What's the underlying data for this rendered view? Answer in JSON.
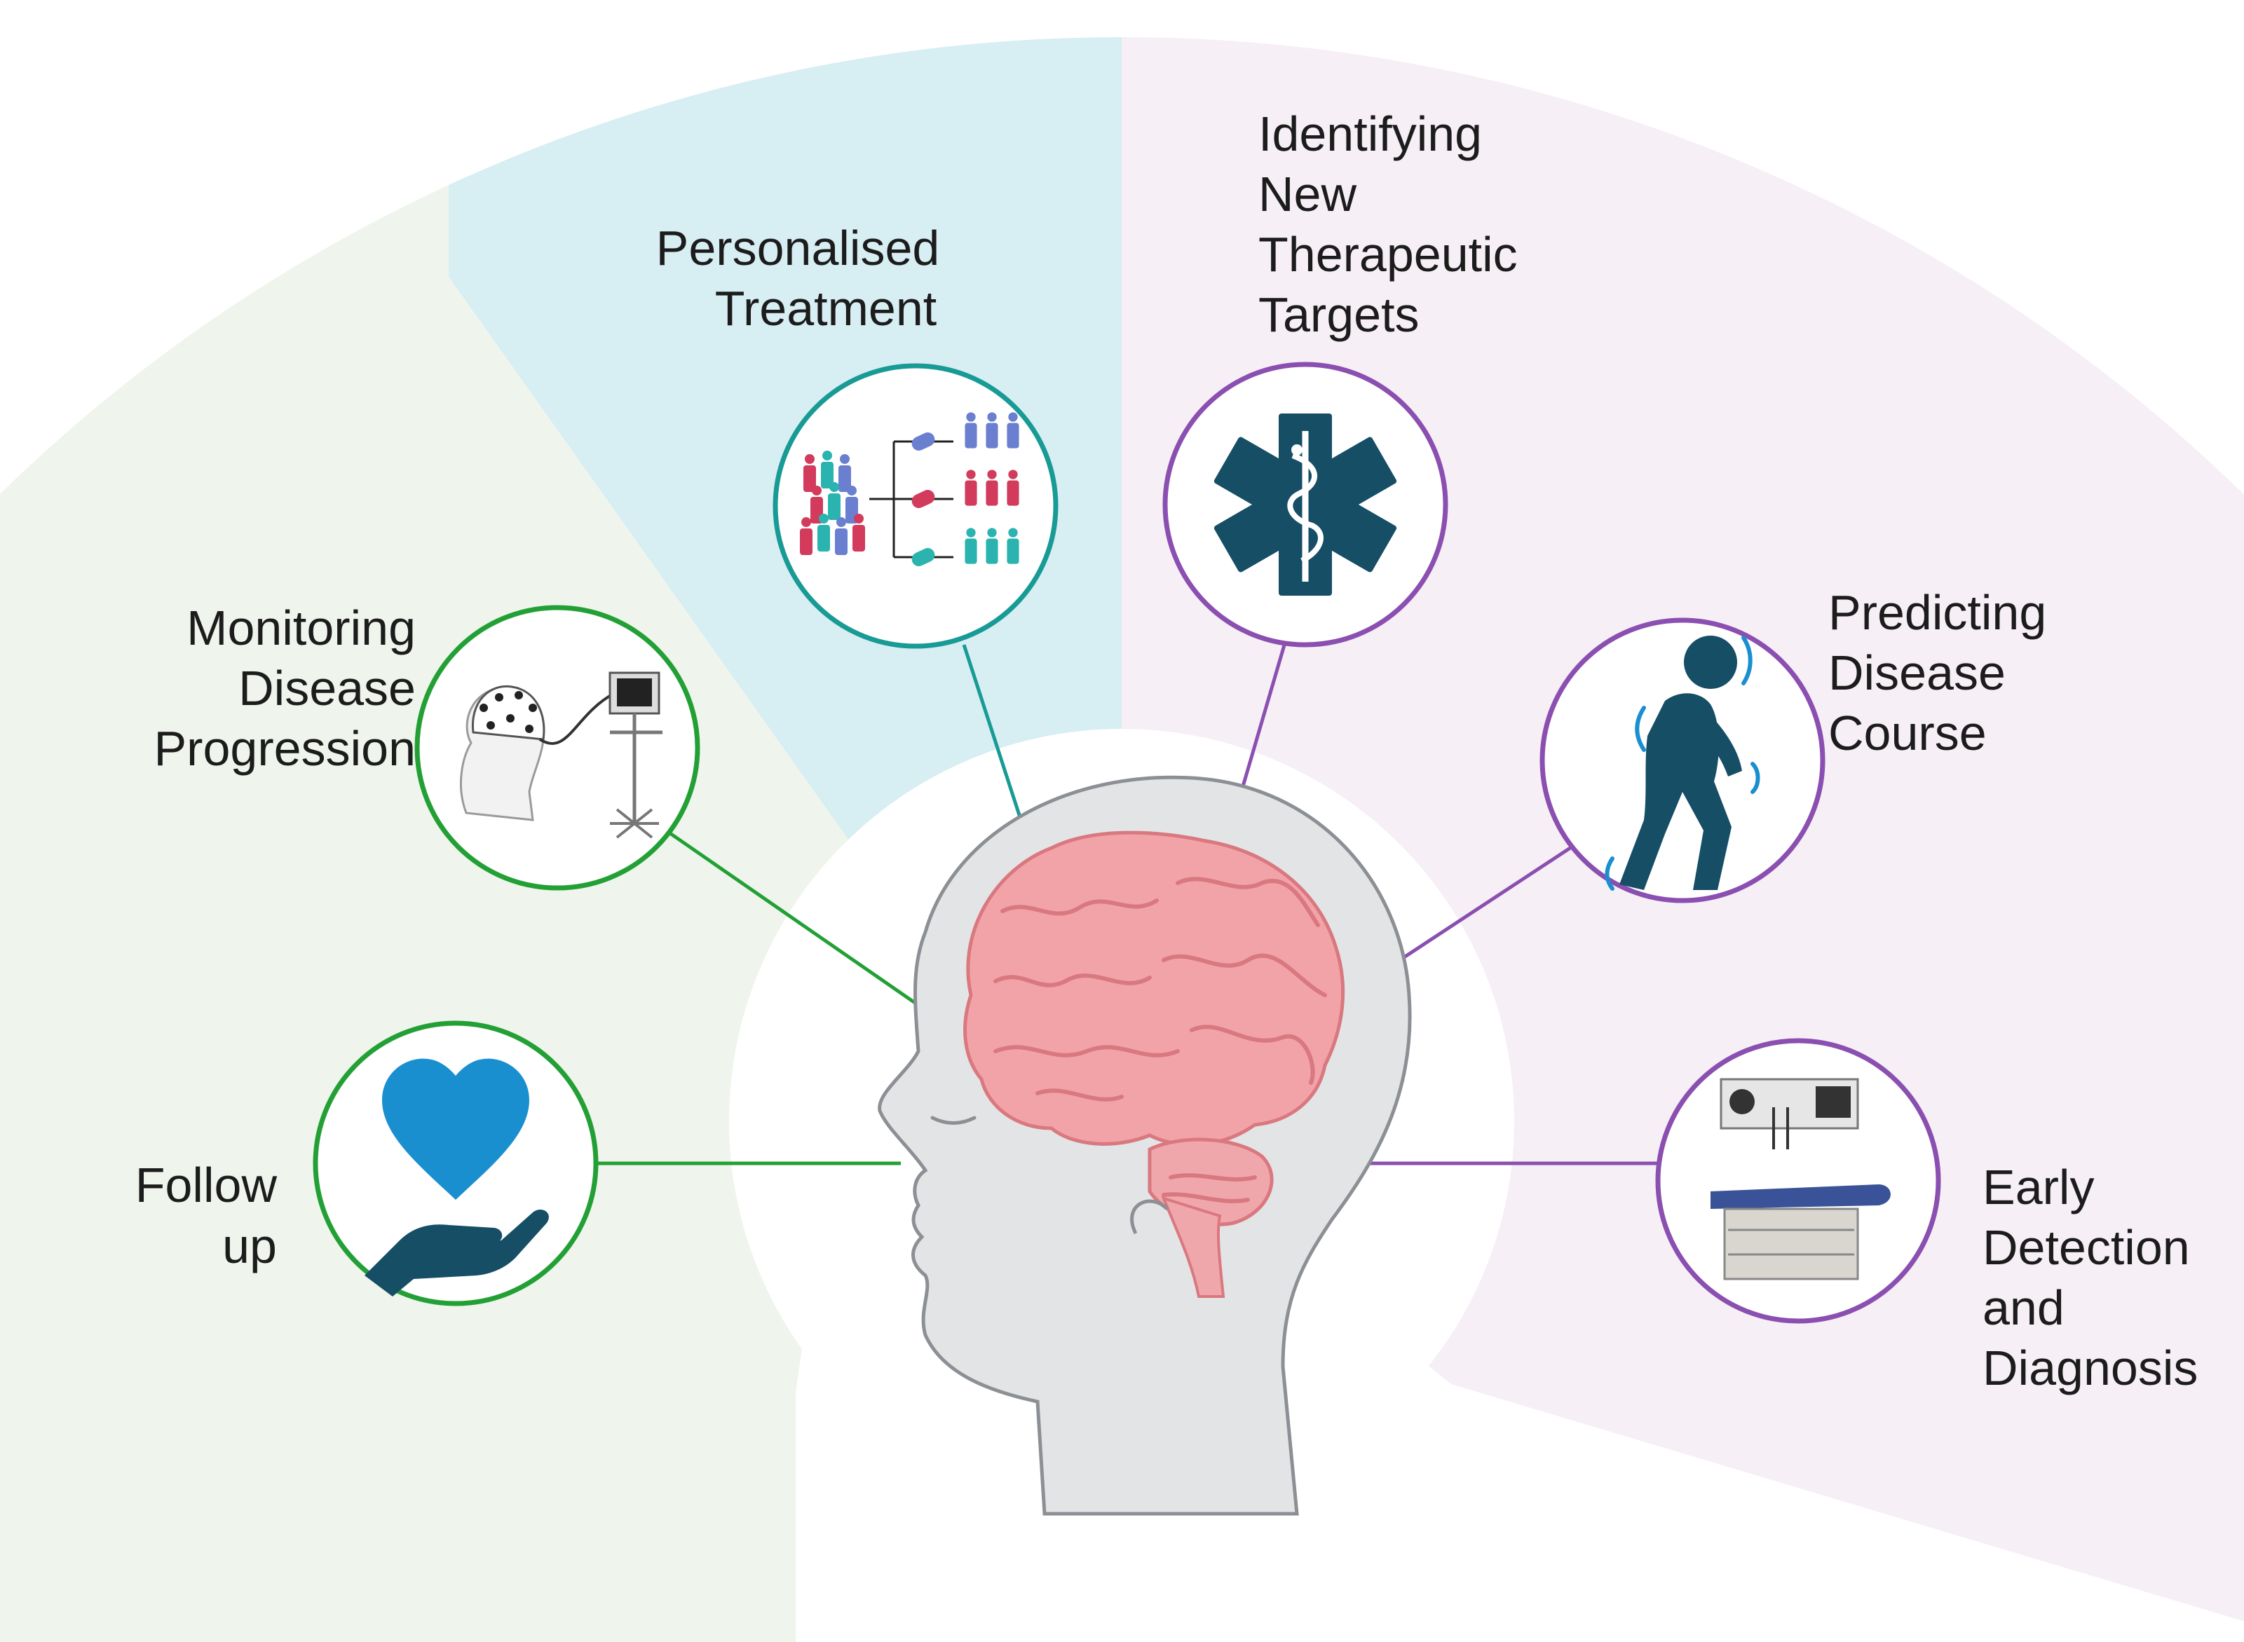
{
  "labels": {
    "follow_up": [
      "Follow",
      "up"
    ],
    "monitoring": [
      "Monitoring",
      "Disease",
      "Progression"
    ],
    "personalised": [
      "Personalised",
      "Treatment"
    ],
    "identifying": [
      "Identifying",
      "New",
      "Therapeutic",
      "Targets"
    ],
    "predicting": [
      "Predicting",
      "Disease",
      "Course"
    ],
    "early_detection": [
      "Early",
      "Detection",
      "and",
      "Diagnosis"
    ]
  },
  "colors": {
    "green_sector": "#eff5ec",
    "blue_sector": "#d7eef3",
    "pink_sector": "#f6eff5",
    "green_ring": "#23a035",
    "teal_ring": "#189a95",
    "purple_ring": "#8a4fb0",
    "heart": "#1a8fd0",
    "icon_dark": "#164e66",
    "brain": "#f2a3a8"
  },
  "icons": {
    "follow_up": "heart-in-hand-icon",
    "monitoring": "eeg-cap-monitor-icon",
    "personalised": "patient-groups-pills-icon",
    "identifying": "star-of-life-icon",
    "predicting": "walking-person-tremor-icon",
    "early_detection": "exam-table-equipment-icon"
  }
}
